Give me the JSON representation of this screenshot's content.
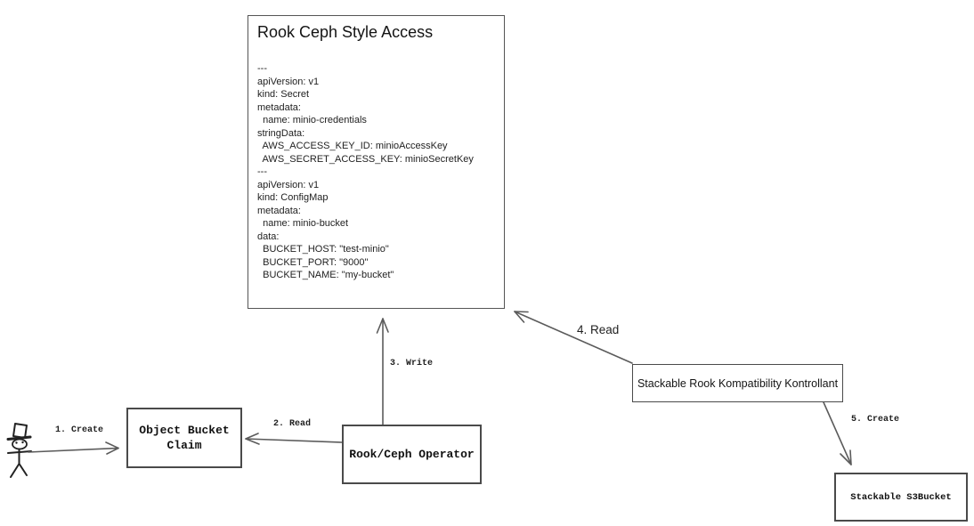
{
  "diagram": {
    "title_box": {
      "title": "Rook Ceph Style Access",
      "yaml": "---\napiVersion: v1\nkind: Secret\nmetadata:\n  name: minio-credentials\nstringData:\n  AWS_ACCESS_KEY_ID: minioAccessKey\n  AWS_SECRET_ACCESS_KEY: minioSecretKey\n---\napiVersion: v1\nkind: ConfigMap\nmetadata:\n  name: minio-bucket\ndata:\n  BUCKET_HOST: \"test-minio\"\n  BUCKET_PORT: \"9000\"\n  BUCKET_NAME: \"my-bucket\""
    },
    "nodes": {
      "object_bucket_claim": {
        "label": "Object Bucket\nClaim"
      },
      "rook_ceph_operator": {
        "label": "Rook/Ceph Operator"
      },
      "stackable_kontrollant": {
        "label": "Stackable Rook Kompatibility Kontrollant"
      },
      "stackable_s3bucket": {
        "label": "Stackable S3Bucket"
      }
    },
    "actor": {
      "icon": "stick-figure-user"
    },
    "arrows": {
      "a1": {
        "label": "1. Create"
      },
      "a2": {
        "label": "2. Read"
      },
      "a3": {
        "label": "3. Write"
      },
      "a4": {
        "label": "4. Read"
      },
      "a5": {
        "label": "5. Create"
      }
    },
    "colors": {
      "line": "#5b5b5b",
      "border": "#4a4a4a",
      "ink": "#1a1a1a",
      "background": "#ffffff"
    }
  }
}
